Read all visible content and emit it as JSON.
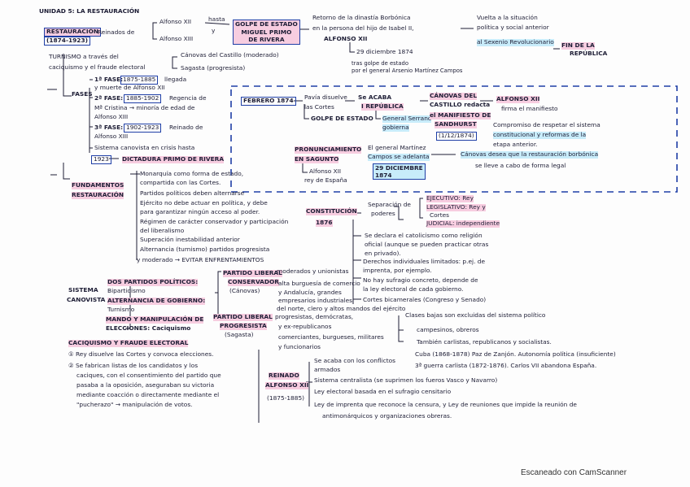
{
  "header": {
    "title": "UNIDAD 5: LA RESTAURACIÓN"
  },
  "restauracion": {
    "label": "RESTAURACIÓN",
    "years": "(1874-1923)",
    "reinados": "Reinados de",
    "kings": [
      "Alfonso XII",
      "Alfonso XIII"
    ],
    "hasta": "hasta",
    "amp": "y",
    "golpe": [
      "GOLPE DE ESTADO",
      "MIGUEL PRIMO",
      "DE RIVERA"
    ]
  },
  "retorno": {
    "lines": [
      "Retorno de la dinastía Borbónica",
      "en la persona del hijo de Isabel II,",
      "ALFONSO XII"
    ],
    "date": "29 diciembre 1874",
    "golpe_lines": [
      "tras golpe de estado",
      "por el general Arsenio Martínez Campos"
    ],
    "vuelta": [
      "Vuelta a la situación",
      "política y social anterior",
      "al Sexenio Revolucionario"
    ],
    "fin": [
      "FIN DE LA",
      "REPÚBLICA"
    ]
  },
  "turnismo": {
    "lines": [
      "TURNISMO a través del",
      "caciquismo y el fraude electoral"
    ],
    "parties": [
      "Cánovas del Castillo (moderado)",
      "Sagasta (progresista)"
    ]
  },
  "fases": {
    "label": "FASES",
    "f1": {
      "label": "1ª FASE:",
      "years": "1875-1885",
      "text": "llegada",
      "text2": "y muerte de Alfonso XII"
    },
    "f2": {
      "label": "2ª FASE:",
      "years": "1885-1902",
      "text": "Regencia de",
      "text2": "Mª Cristina → minoría de edad de",
      "text3": "Alfonso XIII"
    },
    "f3": {
      "label": "3ª FASE:",
      "years": "1902-1923",
      "text": "Reinado de",
      "text2": "Alfonso XIII"
    },
    "crisis": "Sistema canovista en crisis hasta",
    "dict_year": "1923",
    "dictadura": "DICTADURA PRIMO DE RIVERA"
  },
  "dashed": {
    "febrero": "FEBRERO 1874",
    "pavia": [
      "Pavía disuelve",
      "las Cortes"
    ],
    "golpe": "GOLPE DE ESTADO",
    "acaba": [
      "Se ACABA",
      "I REPÚBLICA"
    ],
    "serrano": [
      "General Serrano",
      "gobierna"
    ],
    "canovas": [
      "CÁNOVAS DEL",
      "CASTILLO redacta",
      "el MANIFIESTO DE",
      "SANDHURST"
    ],
    "sandhurst_date": "(1/12/1874)",
    "alfonso": "ALFONSO XII",
    "firma": "firma el manifiesto",
    "compromiso": [
      "Compromiso de respetar el sistema",
      "constitucional y reformas de la",
      "etapa anterior."
    ],
    "pronunciamiento": [
      "PRONUNCIAMIENTO",
      "EN SAGUNTO"
    ],
    "alfonso_rey": [
      "Alfonso XII",
      "rey de España"
    ],
    "martinez": [
      "El general Martínez",
      "Campos se adelanta"
    ],
    "dic": [
      "29 DICIEMBRE",
      "1874"
    ],
    "canovas_deseaba": [
      "Cánovas desea que la restauración borbónica",
      "se lleve a cabo de forma legal"
    ]
  },
  "fundamentos": {
    "label": [
      "FUNDAMENTOS",
      "RESTAURACIÓN"
    ],
    "items": [
      "Monarquía como forma de estado,",
      "compartida con las Cortes.",
      "Partidos políticos deben alternarse",
      "Ejército no debe actuar en política, y debe",
      "para garantizar ningún acceso al poder.",
      "Régimen de carácter conservador y participación",
      "del liberalismo",
      "Superación inestabilidad anterior",
      "Alternancia (turnismo) partidos progresista",
      "y moderado → EVITAR ENFRENTAMIENTOS"
    ]
  },
  "constitucion": {
    "label": [
      "CONSTITUCIÓN",
      "1876"
    ],
    "separacion": [
      "Separación de",
      "poderes"
    ],
    "poderes": [
      "EJECUTIVO: Rey",
      "LEGISLATIVO: Rey y",
      "Cortes",
      "JUDICIAL: independiente"
    ],
    "items": [
      "Se declara el catolicismo como religión",
      "oficial (aunque se pueden practicar otras",
      "en privado).",
      "Derechos individuales limitados: p.ej. de",
      "imprenta, por ejemplo.",
      "No hay sufragio concreto, depende de",
      "la ley electoral de cada gobierno.",
      "Cortes bicamerales (Congreso y Senado)"
    ]
  },
  "sistema": {
    "label": [
      "SISTEMA",
      "CANOVISTA"
    ],
    "items": [
      "DOS PARTIDOS POLÍTICOS:",
      "Bipartidismo",
      "ALTERNANCIA DE GOBIERNO:",
      "Turnismo",
      "MANDO Y MANIPULACIÓN DE",
      "ELECCIONES: Caciquismo"
    ],
    "conservador": [
      "PARTIDO LIBERAL",
      "CONSERVADOR",
      "(Cánovas)"
    ],
    "progresista": [
      "PARTIDO LIBERAL",
      "PROGRESISTA",
      "(Sagasta)"
    ],
    "cons_text": [
      "moderados y unionistas",
      "alta burguesía de comercio",
      "y Andalucía, grandes",
      "empresarios industriales",
      "del norte, clero y altos mandos del ejército"
    ],
    "prog_text": [
      "progresistas, demócratas,",
      "y ex-republicanos",
      "comerciantes, burgueses, militares",
      "y funcionarios"
    ],
    "excluidos": [
      "Clases bajas son excluidas del sistema político",
      "campesinos, obreros",
      "También carlistas, republicanos y socialistas."
    ]
  },
  "caciquismo": {
    "label": "CACIQUISMO Y FRAUDE ELECTORAL",
    "items": [
      "① Rey disuelve las Cortes y convoca elecciones.",
      "② Se fabrican listas de los candidatos y los",
      "caciques, con el consentimiento del partido que",
      "pasaba a la oposición, aseguraban su victoria",
      "mediante coacción o directamente mediante el",
      "\"pucherazo\" → manipulación de votos."
    ]
  },
  "reinado": {
    "label": [
      "REINADO",
      "ALFONSO XII",
      "(1875-1885)"
    ],
    "items": [
      "Se acaba con los conflictos",
      "armados",
      "Cuba (1868-1878) Paz de Zanjón. Autonomía política (insuficiente)",
      "3ª guerra carlista (1872-1876). Carlos VII abandona España.",
      "Sistema centralista (se suprimen los fueros Vasco y Navarro)",
      "Ley electoral basada en el sufragio censitario",
      "Ley de imprenta que reconoce la censura, y Ley de reuniones que impide la reunión de",
      "antimonárquicos y organizaciones obreras."
    ]
  },
  "footer": {
    "text": "Escaneado con CamScanner"
  }
}
